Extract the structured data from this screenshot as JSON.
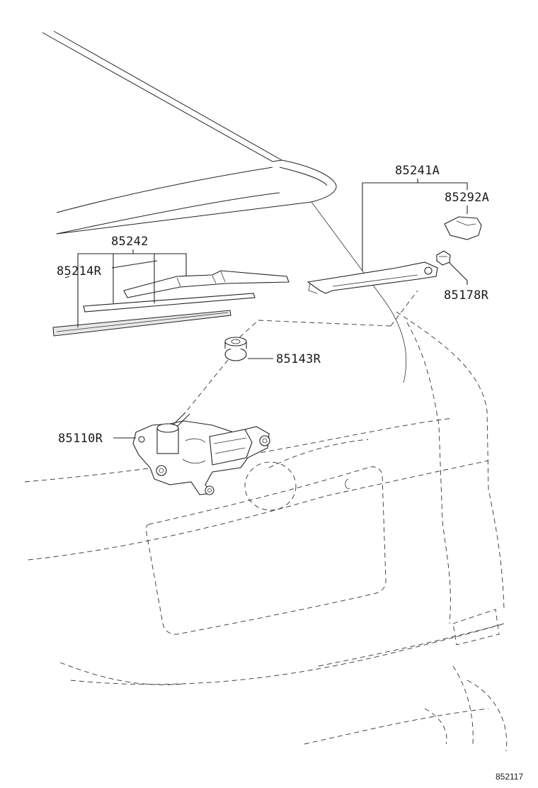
{
  "diagram": {
    "part_labels": {
      "arm": "85241A",
      "cap": "85292A",
      "nut": "85178R",
      "blade": "85242",
      "rubber": "85214R",
      "bushing": "85143R",
      "motor": "85110R"
    },
    "illustration_code": "852117",
    "colors": {
      "line": "#222222",
      "background": "#ffffff"
    }
  }
}
